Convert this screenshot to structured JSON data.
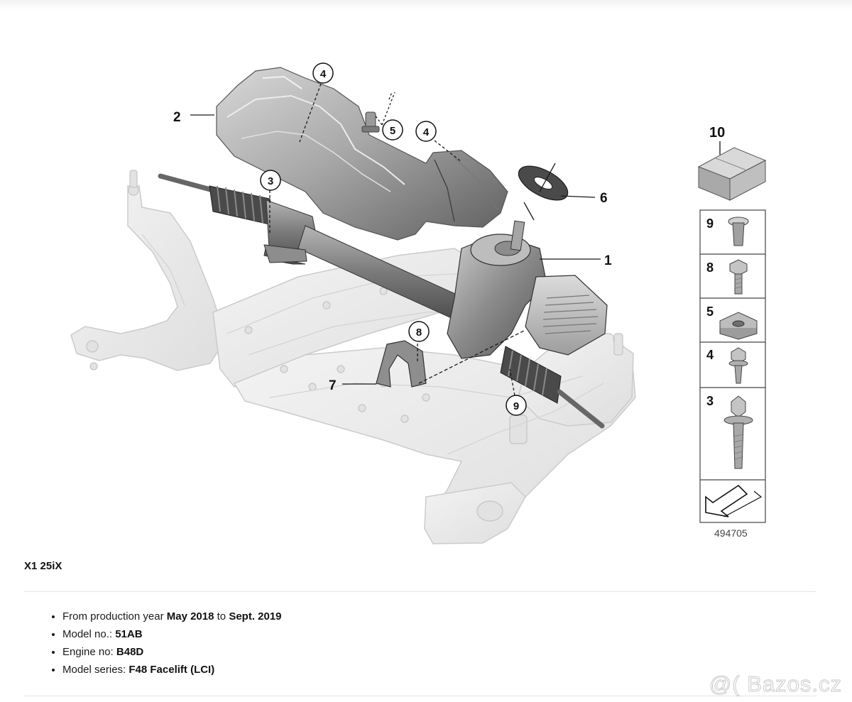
{
  "diagram": {
    "callouts": {
      "c1": "1",
      "c2": "2",
      "c3": "3",
      "c4a": "4",
      "c4b": "4",
      "c5": "5",
      "c6": "6",
      "c7": "7",
      "c8": "8",
      "c9": "9"
    },
    "legend": {
      "box10": "10",
      "row9": "9",
      "row8": "8",
      "row5": "5",
      "row4": "4",
      "row3": "3"
    },
    "catalog_number": "494705"
  },
  "model": {
    "title": "X1 25iX"
  },
  "specs": {
    "production_prefix": "From production year ",
    "production_from": "May 2018",
    "production_mid": " to ",
    "production_to": "Sept. 2019",
    "model_no_label": "Model no.: ",
    "model_no": "51AB",
    "engine_label": "Engine no: ",
    "engine": "B48D",
    "series_label": "Model series: ",
    "series": "F48 Facelift (LCI)"
  },
  "watermark": "@( Bazos.cz",
  "colors": {
    "subframe": "#ececec",
    "subframe_edge": "#c9c9c9",
    "part_dark": "#6f6f6f",
    "part_mid": "#9a9a9a",
    "shield": "#9c9c9c",
    "divider": "#e3e3e3"
  }
}
